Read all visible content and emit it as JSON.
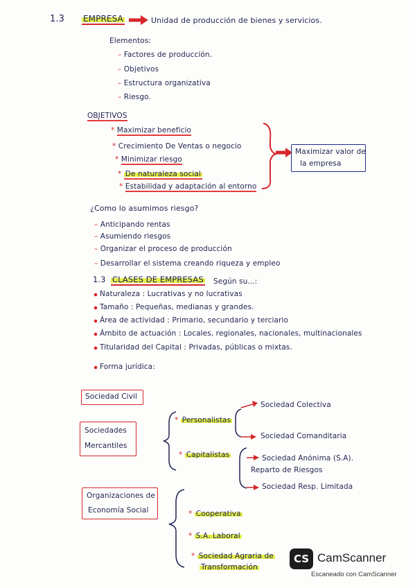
{
  "section1": {
    "number": "1.3",
    "title": "EMPRESA",
    "definition": "Unidad de producción de bienes y servicios."
  },
  "elementos": {
    "title": "Elementos:",
    "items": [
      "Factores de producción.",
      "Objetivos",
      "Estructura organizativa",
      "Riesgo."
    ]
  },
  "objetivos": {
    "title": "OBJETIVOS",
    "items": [
      "Maximizar beneficio",
      "Crecimiento De Ventas o negocio",
      "Minimizar riesgo",
      "De naturaleza social",
      "Estabilidad y adaptación al entorno"
    ],
    "summary": [
      "Maximizar valor de",
      "la empresa"
    ]
  },
  "riesgo": {
    "question": "¿Como lo asumimos riesgo?",
    "items": [
      "Anticipando rentas",
      "Asumiendo riesgos",
      "Organizar el proceso de producción",
      "Desarrollar el sistema creando riqueza y empleo"
    ]
  },
  "clases": {
    "number": "1.3",
    "title": "CLASES DE EMPRESAS",
    "suffix": "Según su...:",
    "items": [
      {
        "label": "Naturaleza",
        "value": ": Lucrativas y no lucrativas"
      },
      {
        "label": "Tamaño",
        "value": ": Pequeñas, medianas y grandes."
      },
      {
        "label": "Área de actividad",
        "value": ": Primario, secundario y terciario"
      },
      {
        "label": "Ámbito de actuación",
        "value": ": Locales, regionales, nacionales, multinacionales"
      },
      {
        "label": "Titularidad del Capital",
        "value": ": Privadas, públicas o mixtas."
      },
      {
        "label": "Forma jurídica",
        "value": ":"
      }
    ]
  },
  "formas": {
    "civil": "Sociedad Civil",
    "mercantiles": [
      "Sociedades",
      "Mercantiles"
    ],
    "personalistas": "Personalistas",
    "colectiva": "Sociedad Colectiva",
    "comanditaria": "Sociedad Comanditaria",
    "capitalistas": "Capitalistas",
    "anonima": "Sociedad Anónima (S.A).",
    "reparto": "Reparto de Riesgos",
    "limitada": "Sociedad Resp. Limitada",
    "economia_social": [
      "Organizaciones de",
      "Economía Social"
    ],
    "cooperativa": "Cooperativa",
    "laboral": "S.A. Laboral",
    "transformacion": [
      "Sociedad Agraria de",
      "Transformación"
    ]
  },
  "watermark": {
    "logo": "CS",
    "name": "CamScanner",
    "sub": "Escaneado con CamScanner"
  },
  "colors": {
    "ink_blue": "#1f2350",
    "ink_red": "#d6262b",
    "highlight": "#e3ec4a"
  }
}
